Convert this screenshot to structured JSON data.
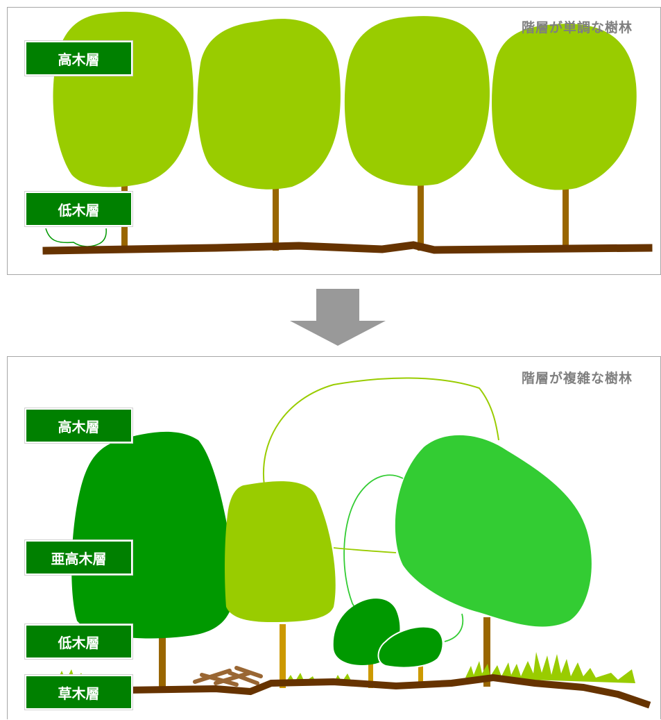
{
  "top_panel": {
    "title": "階層が単調な樹林",
    "labels": {
      "tall": "高木層",
      "shrub": "低木層"
    }
  },
  "bottom_panel": {
    "title": "階層が複雑な樹林",
    "labels": {
      "tall": "高木層",
      "subtall": "亜高木層",
      "shrub": "低木層",
      "herb": "草木層"
    }
  },
  "colors": {
    "crown_light": "#99cc00",
    "crown_dark": "#009900",
    "crown_bright": "#33cc33",
    "trunk": "#996600",
    "trunk_light": "#cc9900",
    "ground": "#663300",
    "label_bg": "#008000",
    "arrow": "#999999"
  }
}
